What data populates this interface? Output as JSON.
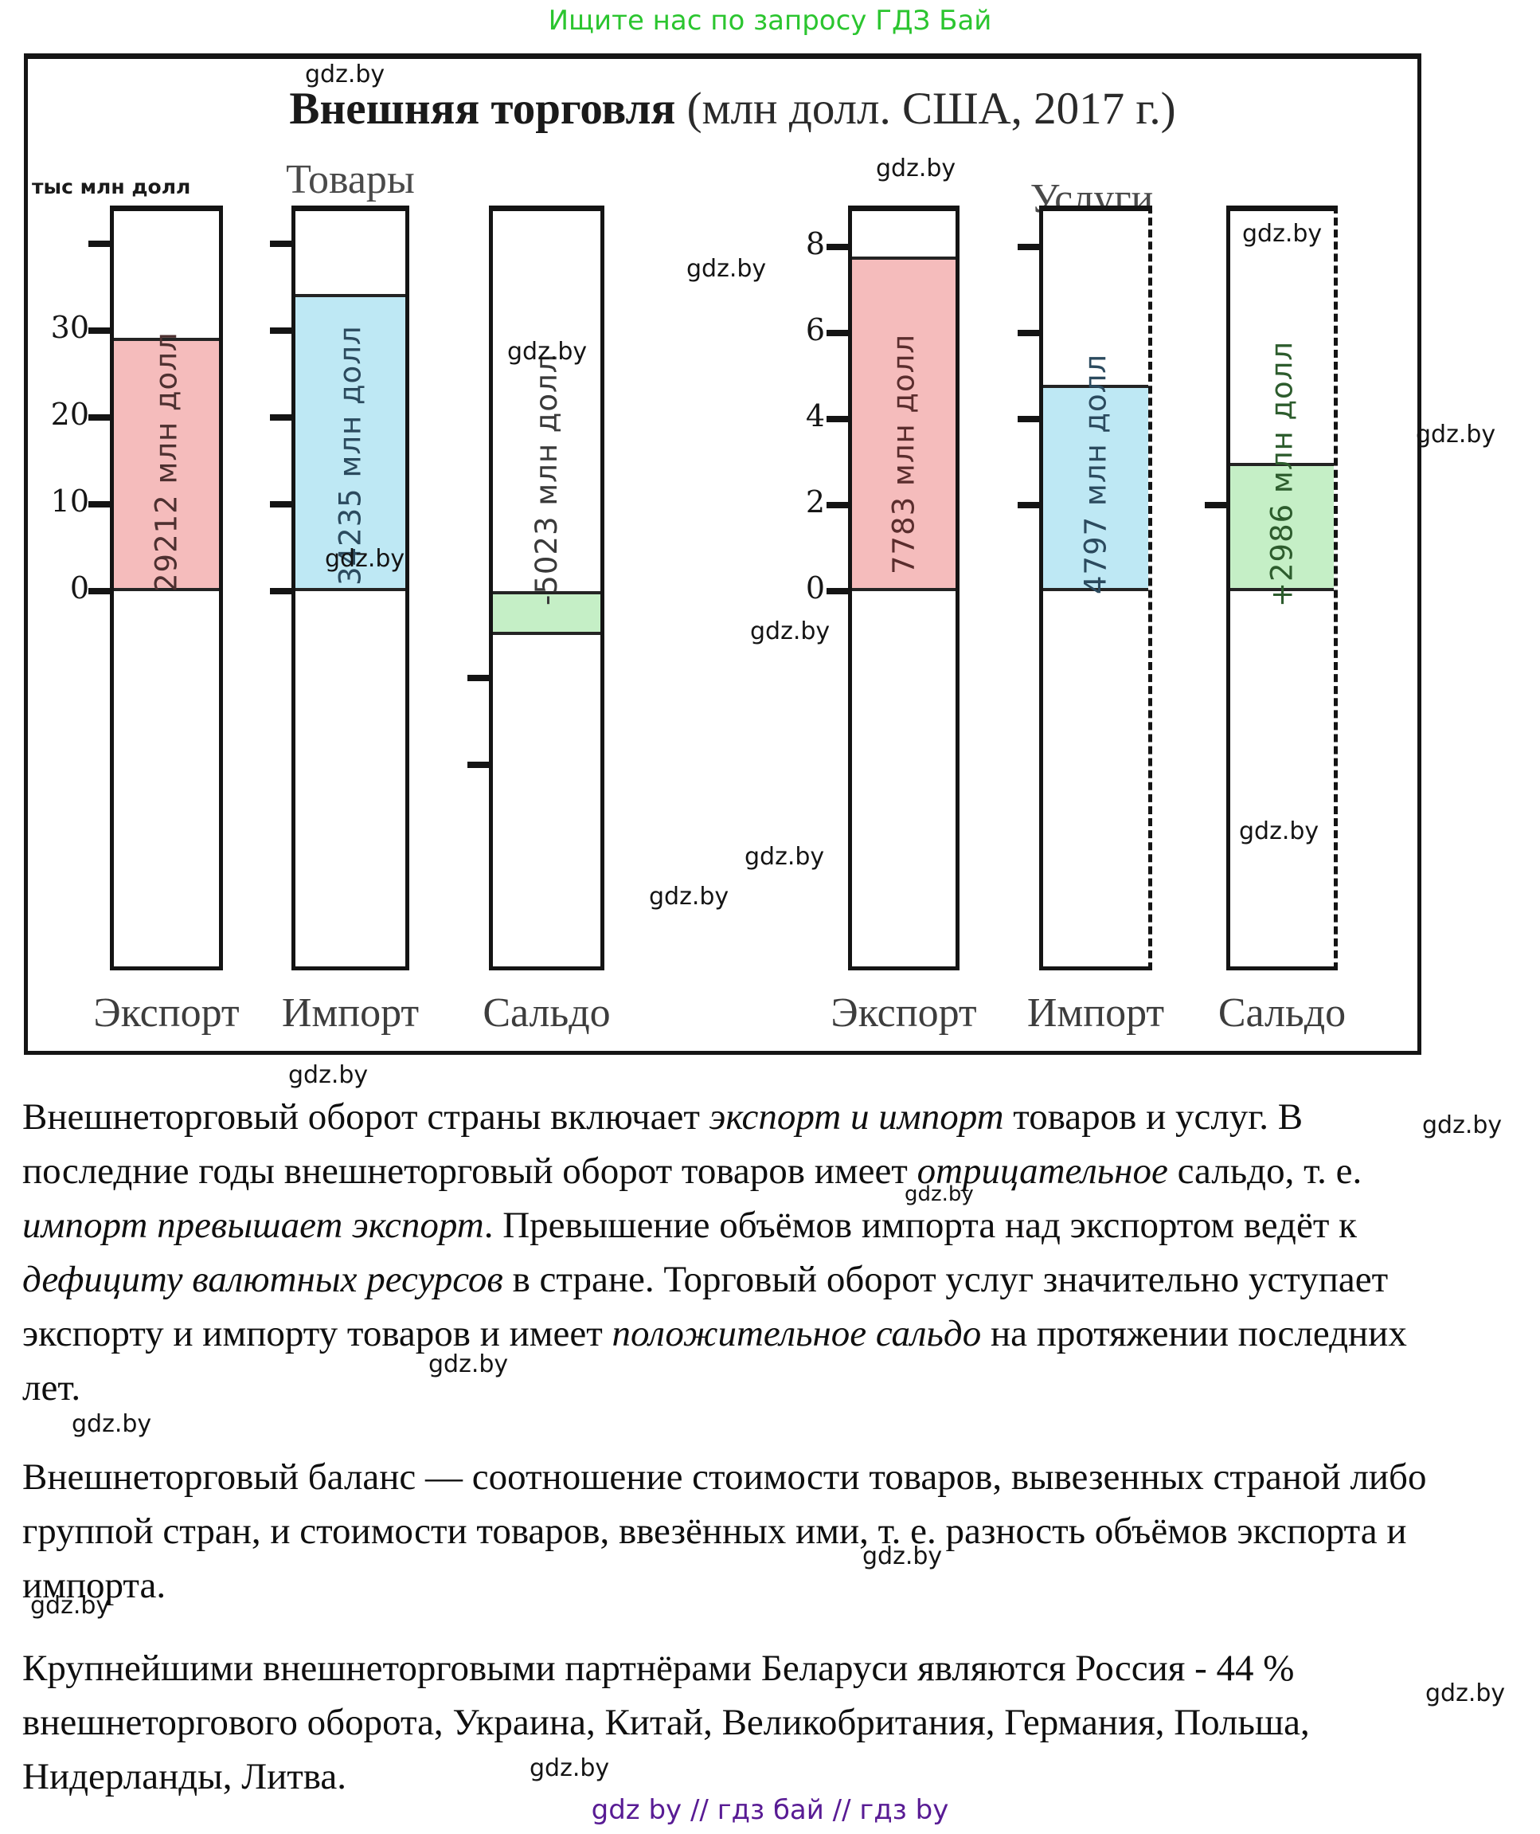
{
  "promo": {
    "text": "Ищите нас по запросу ГДЗ Бай",
    "color": "#2bc52f"
  },
  "watermark": {
    "label": "gdz.by"
  },
  "chart": {
    "title_bold": "Внешняя торговля",
    "title_suffix": " (млн долл. США, 2017 г.)"
  },
  "chart_data": {
    "type": "bar",
    "title": "Внешняя торговля (млн долл. США, 2017 г.)",
    "axis_unit": "тыс млн долл",
    "value_unit": "млн долл",
    "legend_position": "none",
    "grid": false,
    "groups": [
      {
        "name": "Товары",
        "axis_ticks": [
          30,
          20,
          10,
          0
        ],
        "bars": [
          {
            "category": "Экспорт",
            "value": 29212,
            "label": "29212 млн долл",
            "fill": "#f5bcbc",
            "label_color": "#4d3030",
            "tick_marks": [
              40,
              30,
              20,
              10,
              0
            ]
          },
          {
            "category": "Импорт",
            "value": 34235,
            "label": "34235 млн долл",
            "fill": "#bee8f4",
            "label_color": "#2b4a5e",
            "tick_marks": [
              40,
              30,
              20,
              10,
              0
            ]
          },
          {
            "category": "Сальдо",
            "value": -5023,
            "label": "-5023 млн долл",
            "fill": "#c5efc6",
            "label_color": "#3a3a3a",
            "tick_marks": [
              -10,
              -20
            ]
          }
        ]
      },
      {
        "name": "Услуги",
        "axis_ticks": [
          8,
          6,
          4,
          2,
          0
        ],
        "bars": [
          {
            "category": "Экспорт",
            "value": 7783,
            "label": "7783 млн долл",
            "fill": "#f5bcbc",
            "label_color": "#5a2d2d",
            "tick_marks": [
              8,
              6,
              4,
              2,
              0
            ]
          },
          {
            "category": "Импорт",
            "value": 4797,
            "label": "4797 млн долл",
            "fill": "#bee8f4",
            "label_color": "#2b4a5e",
            "tick_marks": [
              8,
              6,
              4,
              2
            ]
          },
          {
            "category": "Сальдо",
            "value": 2986,
            "label": "+2986 млн долл",
            "fill": "#c5efc6",
            "label_color": "#2d5c2d",
            "tick_marks": [
              2
            ]
          }
        ]
      }
    ]
  },
  "paragraphs": [
    {
      "runs": [
        {
          "t": "Внешнеторговый оборот страны включает "
        },
        {
          "t": "экспорт и импорт",
          "i": true
        },
        {
          "t": " товаров и услуг. В последние годы внешнеторговый оборот товаров имеет "
        },
        {
          "t": "отрицательное",
          "i": true
        },
        {
          "t": " сальдо, т. е. "
        },
        {
          "t": "импорт превышает экспорт",
          "i": true
        },
        {
          "t": ". Превышение объёмов импорта над экспортом ведёт к "
        },
        {
          "t": "дефициту валютных ресурсов",
          "i": true
        },
        {
          "t": " в стране. Торговый оборот услуг значительно уступает экспорту и импорту товаров и имеет "
        },
        {
          "t": "положительное сальдо",
          "i": true
        },
        {
          "t": " на протяжении последних лет."
        }
      ]
    },
    {
      "runs": [
        {
          "t": "Внешнеторговый баланс — соотношение стоимости товаров, вывезенных страной либо группой стран, и стоимости товаров, ввезённых ими, т. е. разность объёмов экспорта и импорта."
        }
      ]
    },
    {
      "runs": [
        {
          "t": "Крупнейшими внешнеторговыми партнёрами Беларуси являются Россия - 44 % внешнеторгового оборота, Украина, Китай, Великобритания, Германия, Польша, Нидерланды, Литва."
        }
      ]
    }
  ],
  "footer": {
    "text": "gdz by // гдз бай // гдз by",
    "color": "#581b94"
  }
}
